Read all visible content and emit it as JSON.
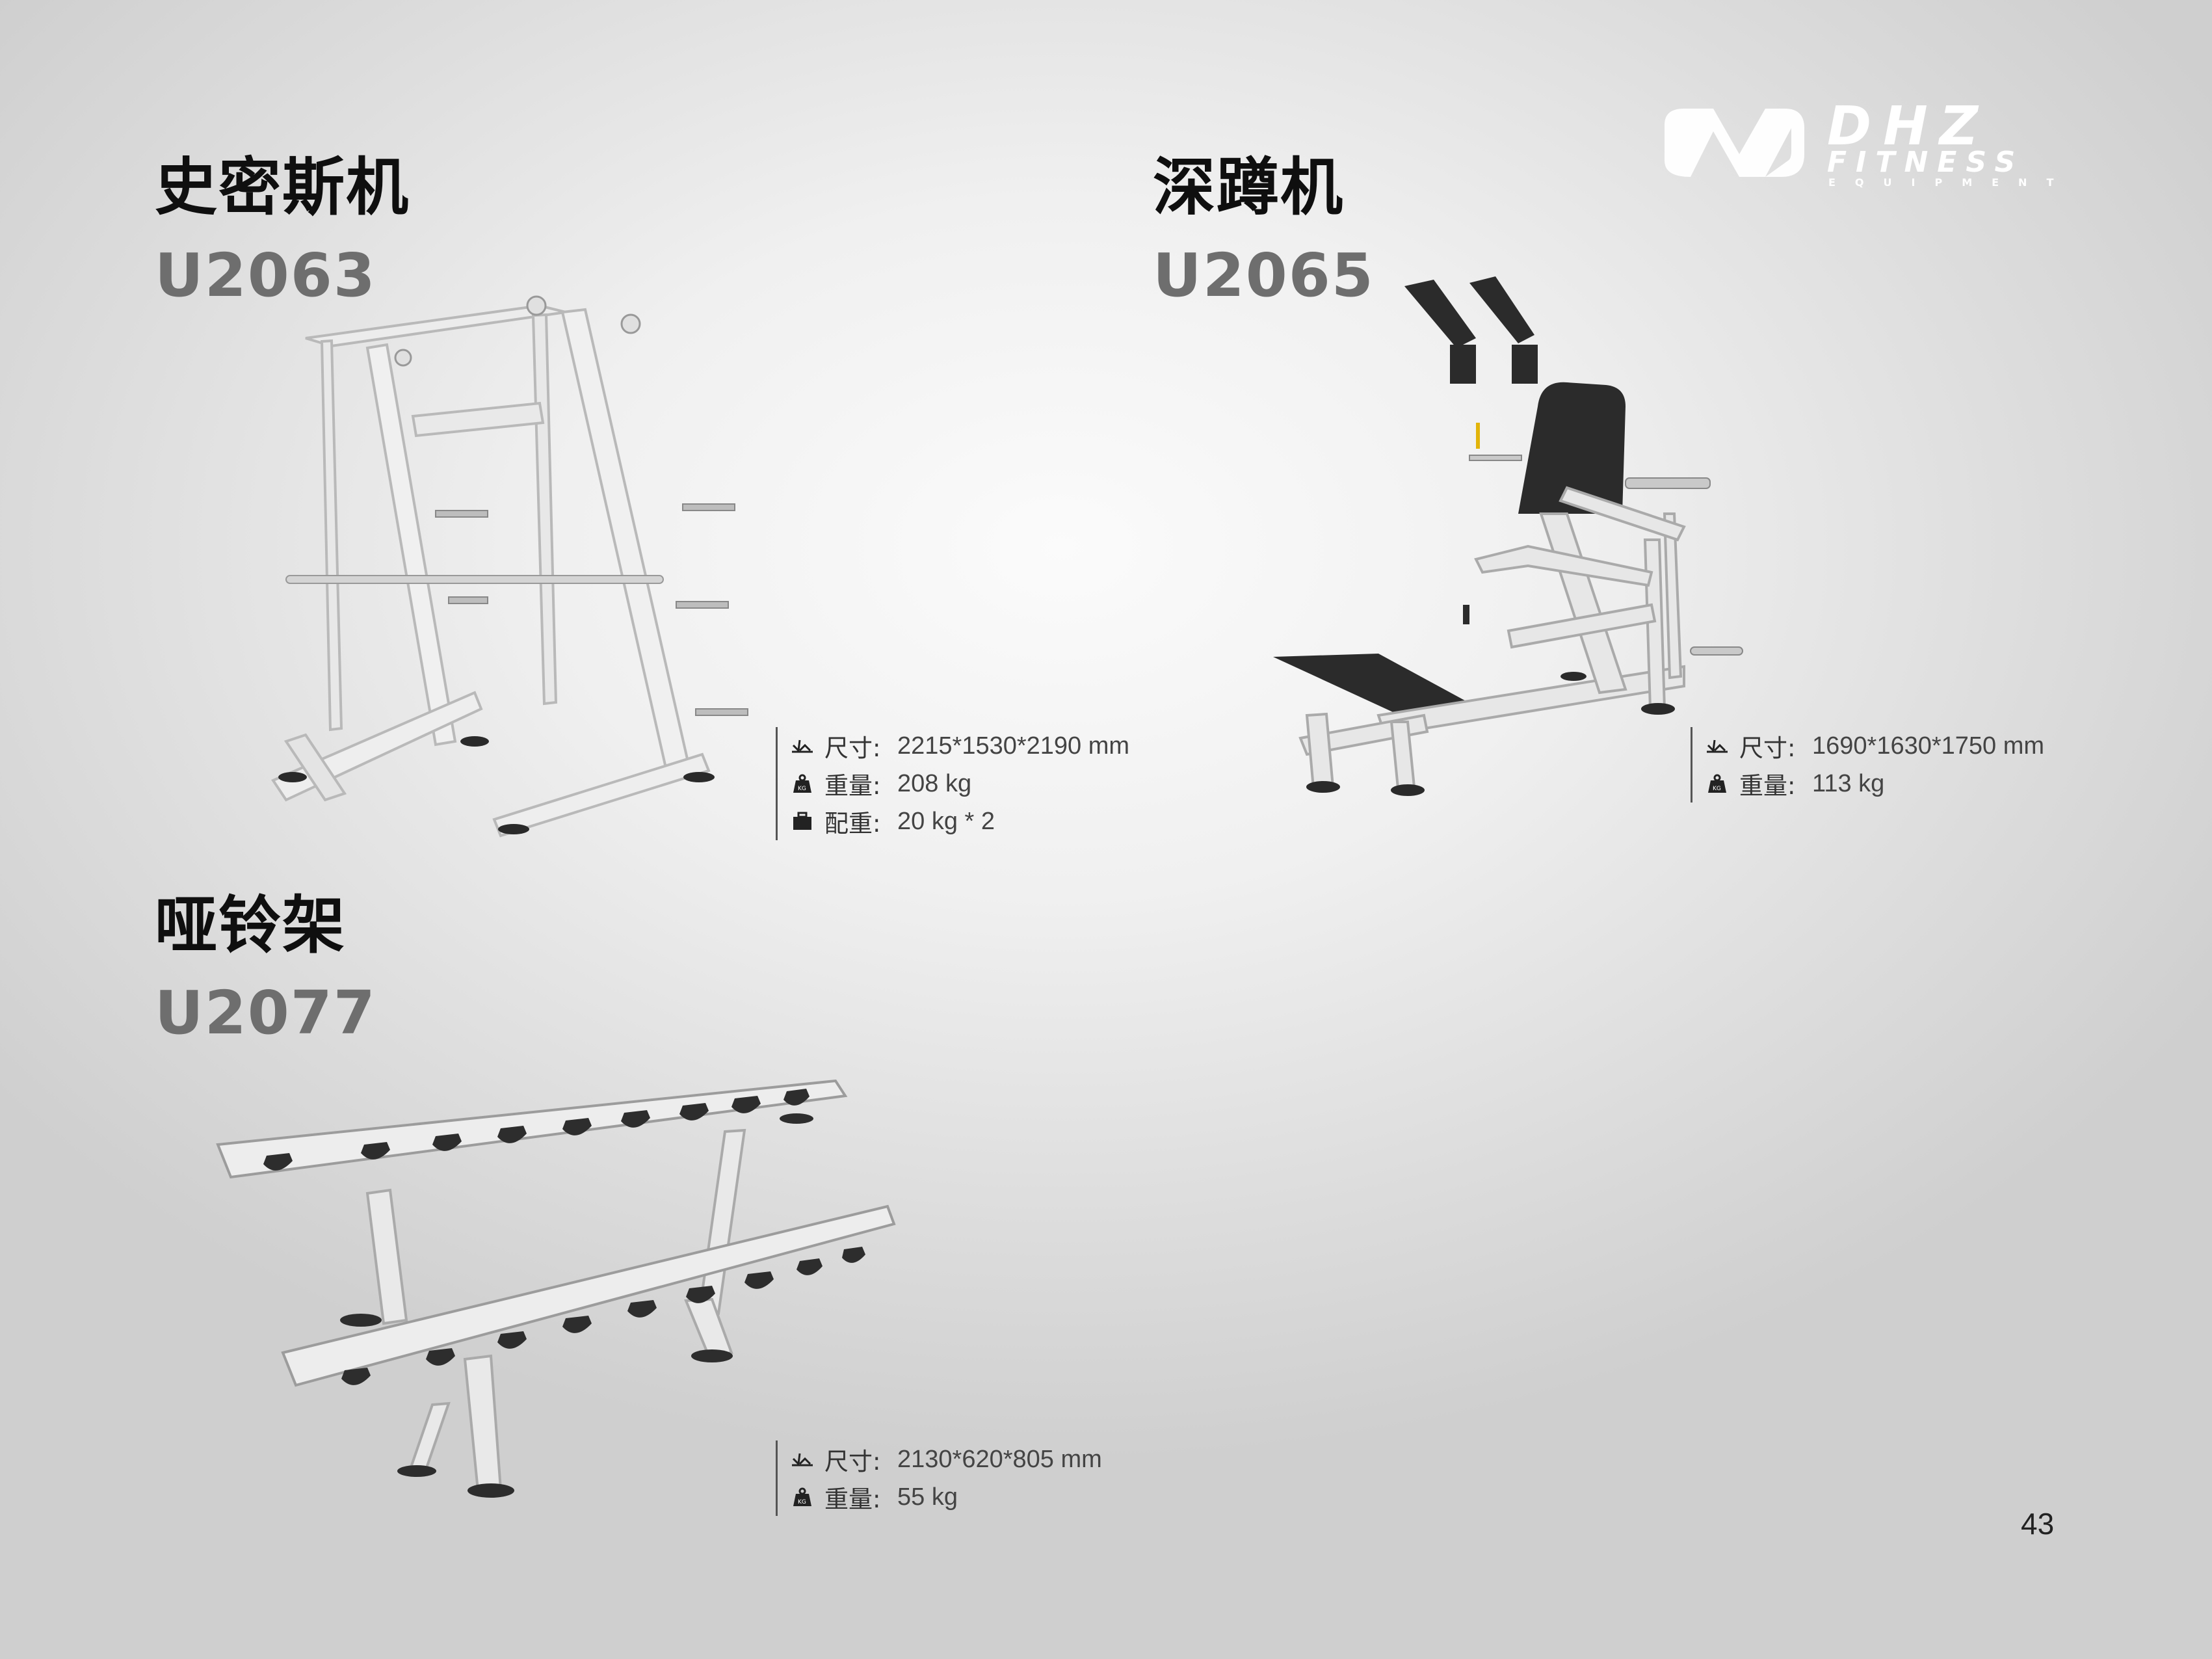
{
  "brand": {
    "logo_text": "DHZ",
    "logo_sub1": "FITNESS",
    "logo_sub2": "EQUIPMENT"
  },
  "page_number": "43",
  "colors": {
    "title": "#0f0f0f",
    "model": "#6e6e6e",
    "frame": "#e6e6e6",
    "pad": "#2b2b2b"
  },
  "products": [
    {
      "name": "史密斯机",
      "model": "U2063",
      "specs": [
        {
          "icon": "dimensions-icon",
          "label": "尺寸:",
          "value": "2215*1530*2190 mm"
        },
        {
          "icon": "weight-icon",
          "label": "重量:",
          "value": "208 kg"
        },
        {
          "icon": "weight-stack-icon",
          "label": "配重:",
          "value": "20 kg * 2"
        }
      ]
    },
    {
      "name": "深蹲机",
      "model": "U2065",
      "specs": [
        {
          "icon": "dimensions-icon",
          "label": "尺寸:",
          "value": "1690*1630*1750 mm"
        },
        {
          "icon": "weight-icon",
          "label": "重量:",
          "value": "113 kg"
        }
      ]
    },
    {
      "name": "哑铃架",
      "model": "U2077",
      "specs": [
        {
          "icon": "dimensions-icon",
          "label": "尺寸:",
          "value": "2130*620*805 mm"
        },
        {
          "icon": "weight-icon",
          "label": "重量:",
          "value": "55 kg"
        }
      ]
    }
  ]
}
